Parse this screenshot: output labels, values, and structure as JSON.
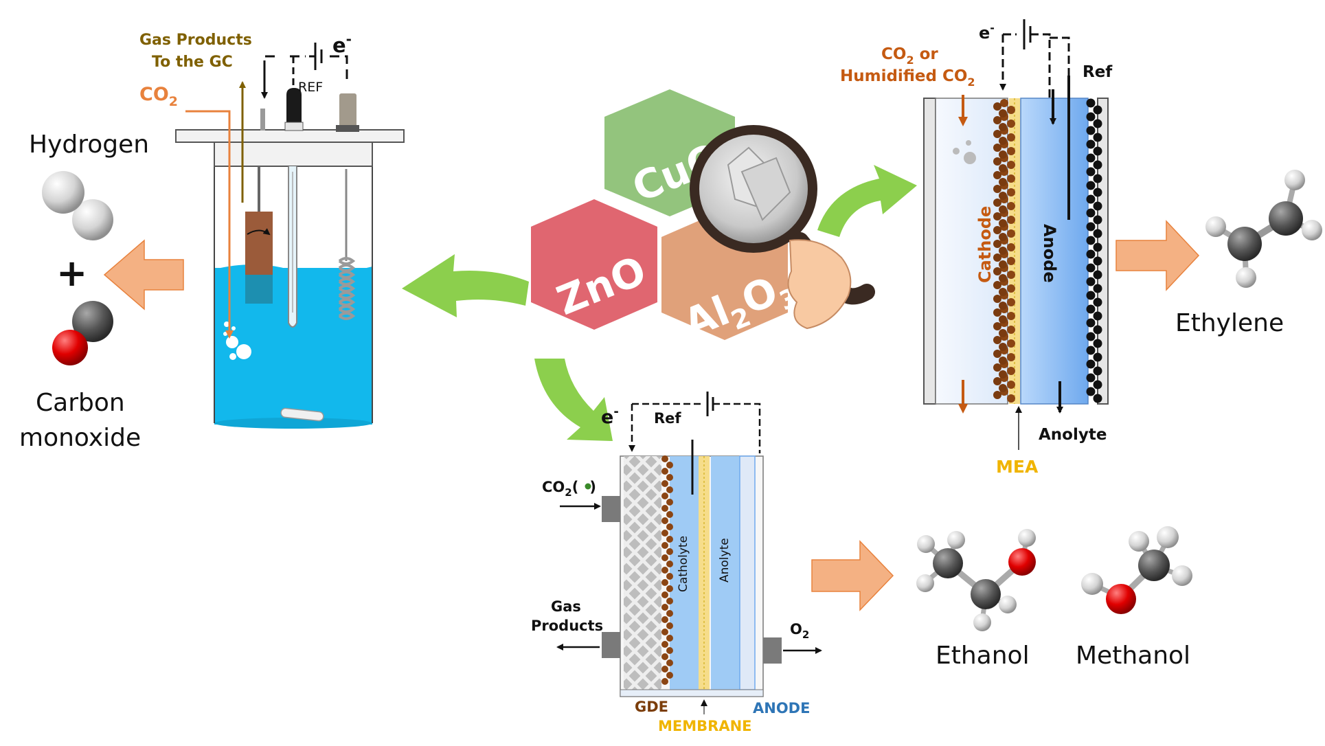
{
  "colors": {
    "electrolyte": "#12b8ec",
    "co2_orange": "#e8823d",
    "arrow_peach": "#f4b183",
    "arrow_green": "#8ccf4d",
    "hex_cuo": "#93c47d",
    "hex_zno": "#e06670",
    "hex_al2o3": "#e0a17a",
    "catholyte_blue": "#9fcbf5",
    "cathode_light": "#eef4fd",
    "mea_yellow": "#f6dd8a",
    "gde_gray": "#b7b7b7",
    "olive": "#7f6000",
    "membrane_label": "#f0b400",
    "anode_label": "#2e75b6",
    "gde_label": "#7b3d0a"
  },
  "h_cell": {
    "gas_products": "Gas Products",
    "to_the_gc": "To the GC",
    "co2": "CO",
    "co2_sub": "2",
    "ref": "REF",
    "electron": "e",
    "electron_sup": "-"
  },
  "products_left": {
    "hydrogen": "Hydrogen",
    "plus": "+",
    "carbon": "Carbon",
    "monoxide": "monoxide"
  },
  "catalysts": {
    "cuo": "CuO",
    "zno": "ZnO",
    "al": "Al",
    "al_sub": "2",
    "o": "O",
    "o_sub": "3"
  },
  "mea_cell": {
    "electron": "e",
    "electron_sup": "-",
    "co2_or_1": "CO",
    "co2_or_sub": "2",
    "co2_or_2": " or",
    "humidified_1": "Humidified CO",
    "humidified_sub": "2",
    "ref": "Ref",
    "cathode": "Cathode",
    "anode": "Anode",
    "anolyte": "Anolyte",
    "mea": "MEA"
  },
  "products_right": {
    "ethylene": "Ethylene"
  },
  "flow_cell": {
    "electron": "e",
    "electron_sup": "-",
    "ref": "Ref",
    "co2_in_1": "CO",
    "co2_in_sub": "2",
    "co2_in_2": "(",
    "co2_in_3": ")",
    "gas": "Gas",
    "products": "Products",
    "catholyte": "Catholyte",
    "anolyte": "Anolyte",
    "o2": "O",
    "o2_sub": "2",
    "gde": "GDE",
    "membrane": "MEMBRANE",
    "anode": "ANODE"
  },
  "products_bottom": {
    "ethanol": "Ethanol",
    "methanol": "Methanol"
  }
}
